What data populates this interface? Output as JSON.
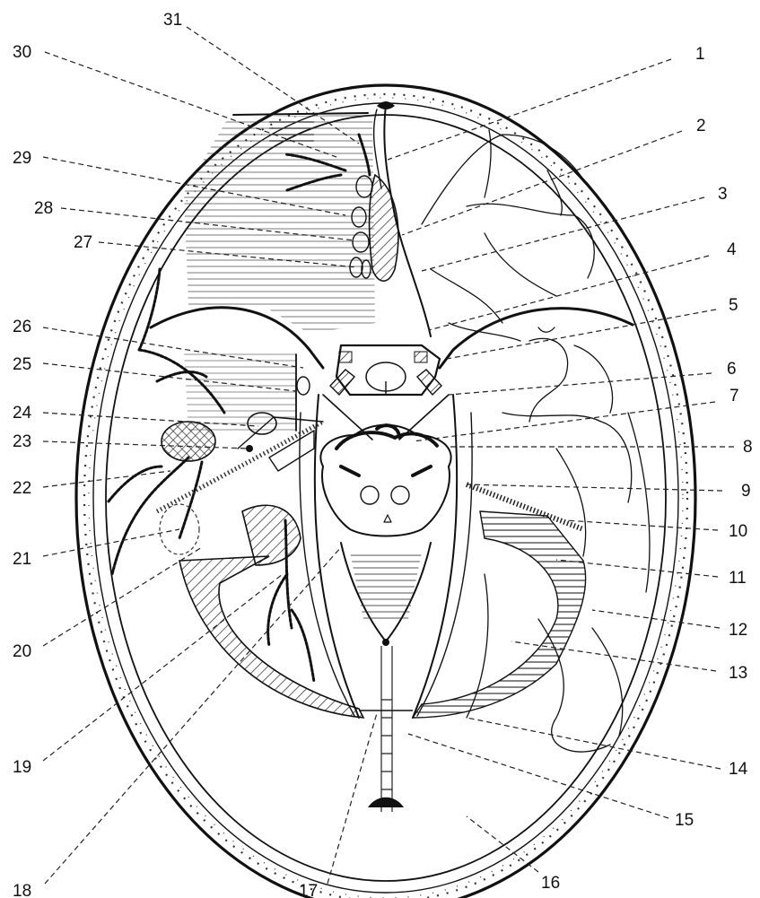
{
  "labels": {
    "l1": "1",
    "l2": "2",
    "l3": "3",
    "l4": "4",
    "l5": "5",
    "l6": "6",
    "l7": "7",
    "l8": "8",
    "l9": "9",
    "l10": "10",
    "l11": "11",
    "l12": "12",
    "l13": "13",
    "l14": "14",
    "l15": "15",
    "l16": "16",
    "l17": "17",
    "l18": "18",
    "l19": "19",
    "l20": "20",
    "l21": "21",
    "l22": "22",
    "l23": "23",
    "l24": "24",
    "l25": "25",
    "l26": "26",
    "l27": "27",
    "l28": "28",
    "l29": "29",
    "l30": "30",
    "l31": "31"
  },
  "colors": {
    "ink": "#111111",
    "background": "#ffffff"
  }
}
